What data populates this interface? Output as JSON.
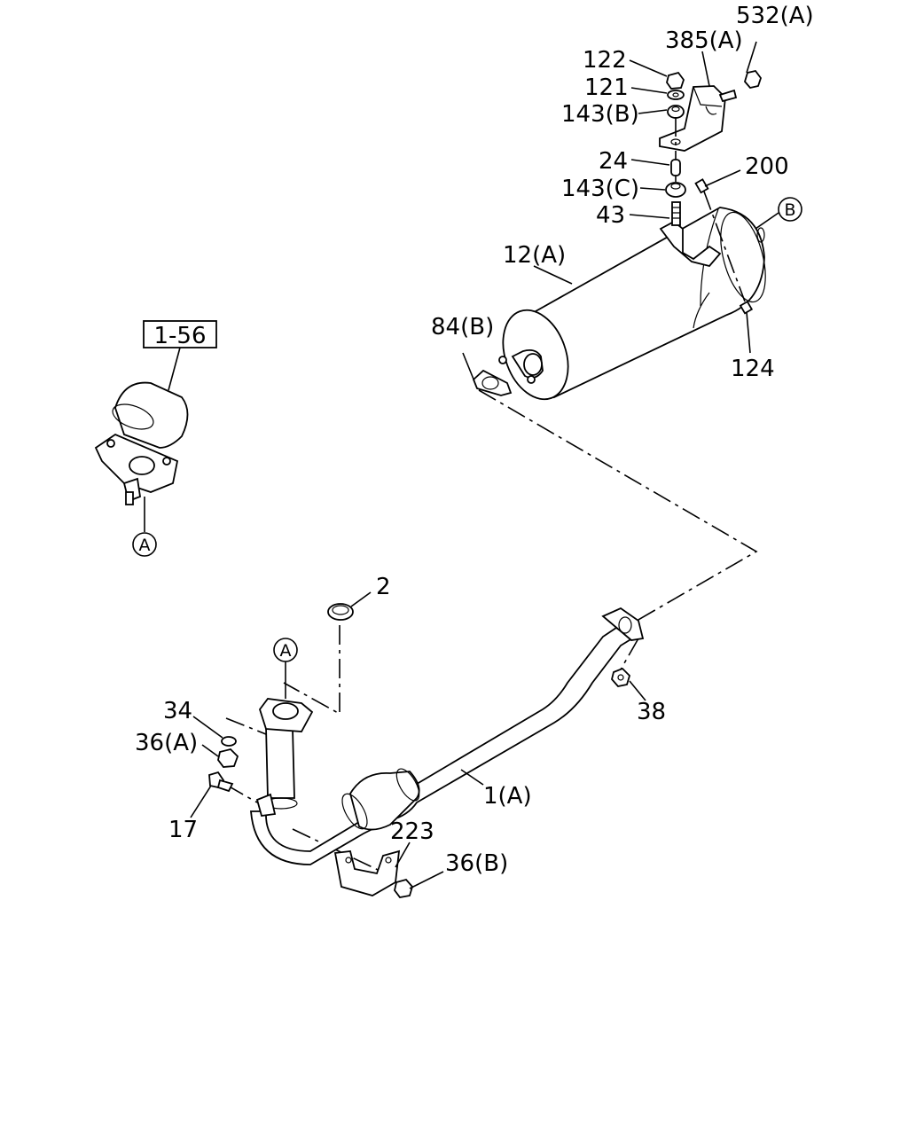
{
  "labels": {
    "p532a": "532(A)",
    "p385a": "385(A)",
    "p122": "122",
    "p121": "121",
    "p143b": "143(B)",
    "p24": "24",
    "p200": "200",
    "p143c": "143(C)",
    "p43": "43",
    "p12a": "12(A)",
    "p84b": "84(B)",
    "p124": "124",
    "ref156": "1-56",
    "p2": "2",
    "p34": "34",
    "p36a": "36(A)",
    "p38": "38",
    "p1a": "1(A)",
    "p17": "17",
    "p223": "223",
    "p36b": "36(B)"
  },
  "callouts": {
    "a_upper": "A",
    "a_lower": "A",
    "b": "B"
  }
}
